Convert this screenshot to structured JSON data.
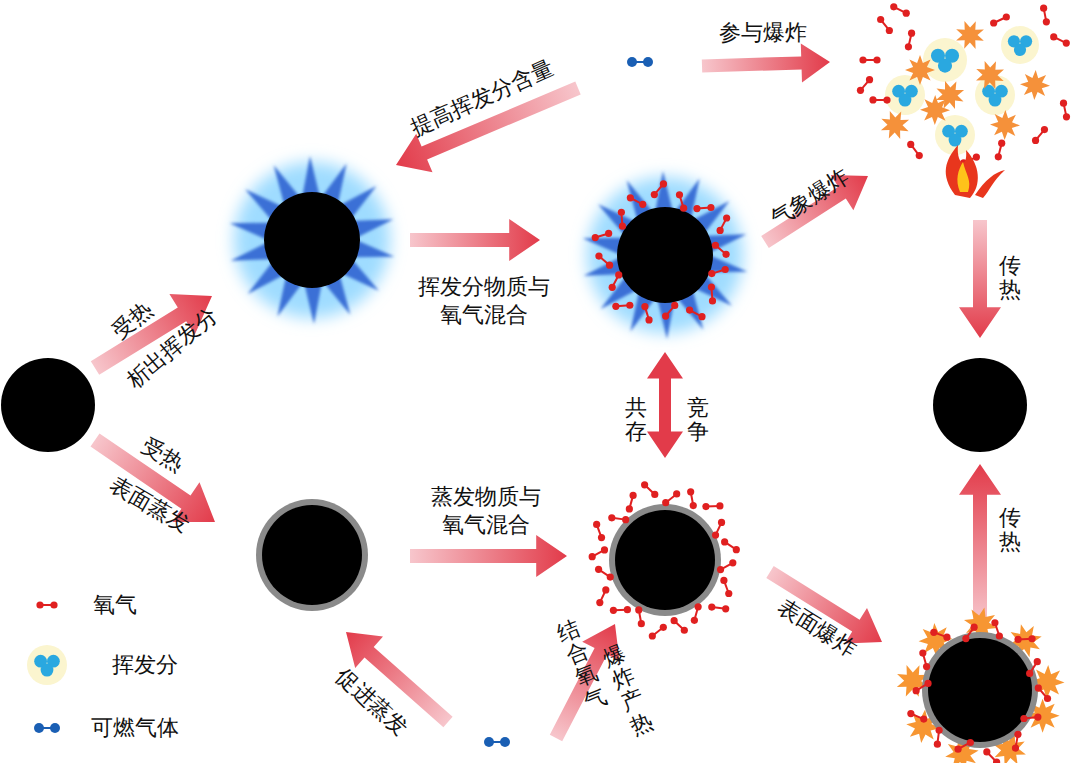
{
  "diagram": {
    "labels": [
      "提高挥发分含量",
      "参与爆炸",
      "受热",
      "析出挥发分",
      "挥发分物质与 氧气混合",
      "气象爆炸",
      "传热",
      "共存",
      "竞争",
      "受热",
      "表面蒸发",
      "蒸发物质与 氧气混合",
      "促进蒸发",
      "结合氧气",
      "爆炸产热",
      "表面爆炸",
      "传热"
    ],
    "legend": [
      {
        "text": "氧气"
      },
      {
        "text": "挥发分"
      },
      {
        "text": "可燃气体"
      }
    ]
  }
}
